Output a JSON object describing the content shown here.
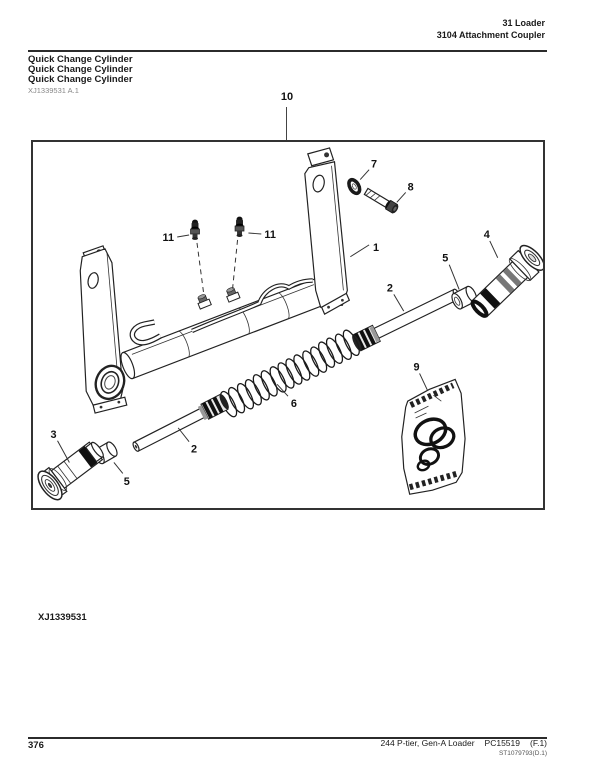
{
  "header": {
    "section": "31 Loader",
    "subsection": "3104 Attachment Coupler"
  },
  "title": {
    "line1": "Quick Change Cylinder",
    "line2": "Quick Change Cylinder",
    "line3": "Quick Change Cylinder",
    "reference": "XJ1339531 A.1"
  },
  "figure": {
    "figure_id": "XJ1339531",
    "frame_callout": "10",
    "callouts": {
      "c1": "1",
      "c2_right": "2",
      "c2_left": "2",
      "c3": "3",
      "c4": "4",
      "c5_right": "5",
      "c5_left": "5",
      "c6": "6",
      "c7": "7",
      "c8": "8",
      "c9": "9",
      "c11_left": "11",
      "c11_right": "11"
    }
  },
  "footer": {
    "page_number": "376",
    "doc_title": "244 P-tier, Gen-A Loader",
    "catalog_number": "PC15519",
    "revision": "(F.1)",
    "footnote": "ST1079793(D.1)"
  },
  "colors": {
    "ink": "#1a1a1a",
    "muted": "#888888",
    "rule": "#2b2b2b"
  }
}
